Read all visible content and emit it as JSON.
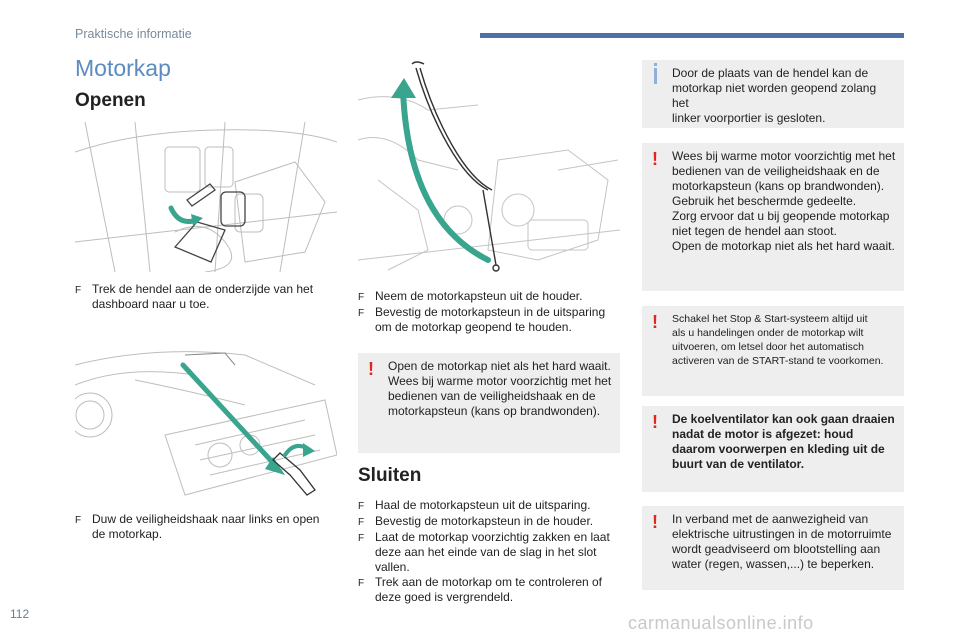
{
  "header": {
    "section": "Praktische informatie"
  },
  "page": {
    "title": "Motorkap",
    "number": "112"
  },
  "openen": {
    "title": "Openen",
    "step1": [
      "Trek de hendel aan de onderzijde van het",
      "dashboard naar u toe."
    ],
    "step2": [
      "Duw de veiligheidshaak naar links en open",
      "de motorkap."
    ],
    "step3": "Neem de motorkapsteun uit de houder.",
    "step4": [
      "Bevestig de motorkapsteun in de uitsparing",
      "om de motorkap geopend te houden."
    ],
    "warning": [
      "Open de motorkap niet als het hard waait.",
      "Wees bij warme motor voorzichtig met het",
      "bedienen van de veiligheidshaak en de",
      "motorkapsteun (kans op brandwonden)."
    ]
  },
  "sluiten": {
    "title": "Sluiten",
    "steps": [
      [
        "Haal de motorkapsteun uit de uitsparing."
      ],
      [
        "Bevestig de motorkapsteun in de houder."
      ],
      [
        "Laat de motorkap voorzichtig zakken en laat",
        "deze aan het einde van de slag in het slot",
        "vallen."
      ],
      [
        "Trek aan de motorkap om te controleren of",
        "deze goed is vergrendeld."
      ]
    ]
  },
  "notes": {
    "info": [
      "Door de plaats van de hendel kan de",
      "motorkap niet worden geopend zolang het",
      "linker voorportier is gesloten."
    ],
    "warn_hot": [
      "Wees bij warme motor voorzichtig met het",
      "bedienen van de veiligheidshaak en de",
      "motorkapsteun (kans op brandwonden).",
      "Gebruik het beschermde gedeelte.",
      "Zorg ervoor dat u bij geopende motorkap",
      "niet tegen de hendel aan stoot.",
      "Open de motorkap niet als het hard waait."
    ],
    "warn_stopstart": [
      "Schakel het Stop & Start-systeem altijd uit",
      "als u handelingen onder de motorkap wilt",
      "uitvoeren, om letsel door het automatisch",
      "activeren van de START-stand te voorkomen."
    ],
    "warn_fan": [
      "De koelventilator kan ook gaan draaien",
      "nadat de motor is afgezet: houd",
      "daarom voorwerpen en kleding uit de",
      "buurt van de ventilator."
    ],
    "warn_water": [
      "In verband met de aanwezigheid van",
      "elektrische uitrustingen in de motorruimte",
      "wordt geadviseerd om blootstelling aan",
      "water (regen, wassen,...) te beperken."
    ]
  },
  "bullet_symbol": "F",
  "warning_symbol": "!",
  "watermark": "carmanualsonline.info",
  "colors": {
    "title_blue": "#5b8bbf",
    "header_bar": "#4f6fa8",
    "warning_red": "#e1261c",
    "info_blue": "#8fb0d8",
    "note_bg": "#eeeeee"
  }
}
